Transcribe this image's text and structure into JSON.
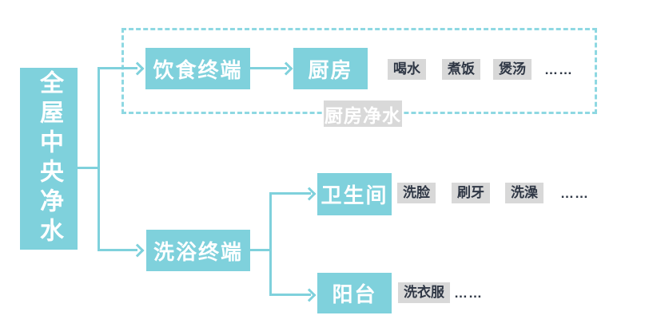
{
  "colors": {
    "node_teal": "#7FD1DC",
    "dashed_border": "#8ED8E2",
    "tag_bg": "#D8D8D8",
    "tag_text": "#2F3745",
    "group_label_bg": "#D9D9D9",
    "node_text": "#FFFFFF"
  },
  "root": {
    "label": "全屋中央净水"
  },
  "top_branch": {
    "terminal": "饮食终端",
    "room": "厨房",
    "tags": [
      "喝水",
      "煮饭",
      "煲汤"
    ],
    "ellipsis": "……",
    "group_label": "厨房净水"
  },
  "bottom_branch": {
    "terminal": "洗浴终端",
    "bathroom": {
      "name": "卫生间",
      "tags": [
        "洗脸",
        "刷牙",
        "洗澡"
      ],
      "ellipsis": "……"
    },
    "balcony": {
      "name": "阳台",
      "tags": [
        "洗衣服"
      ],
      "ellipsis": "……"
    }
  }
}
